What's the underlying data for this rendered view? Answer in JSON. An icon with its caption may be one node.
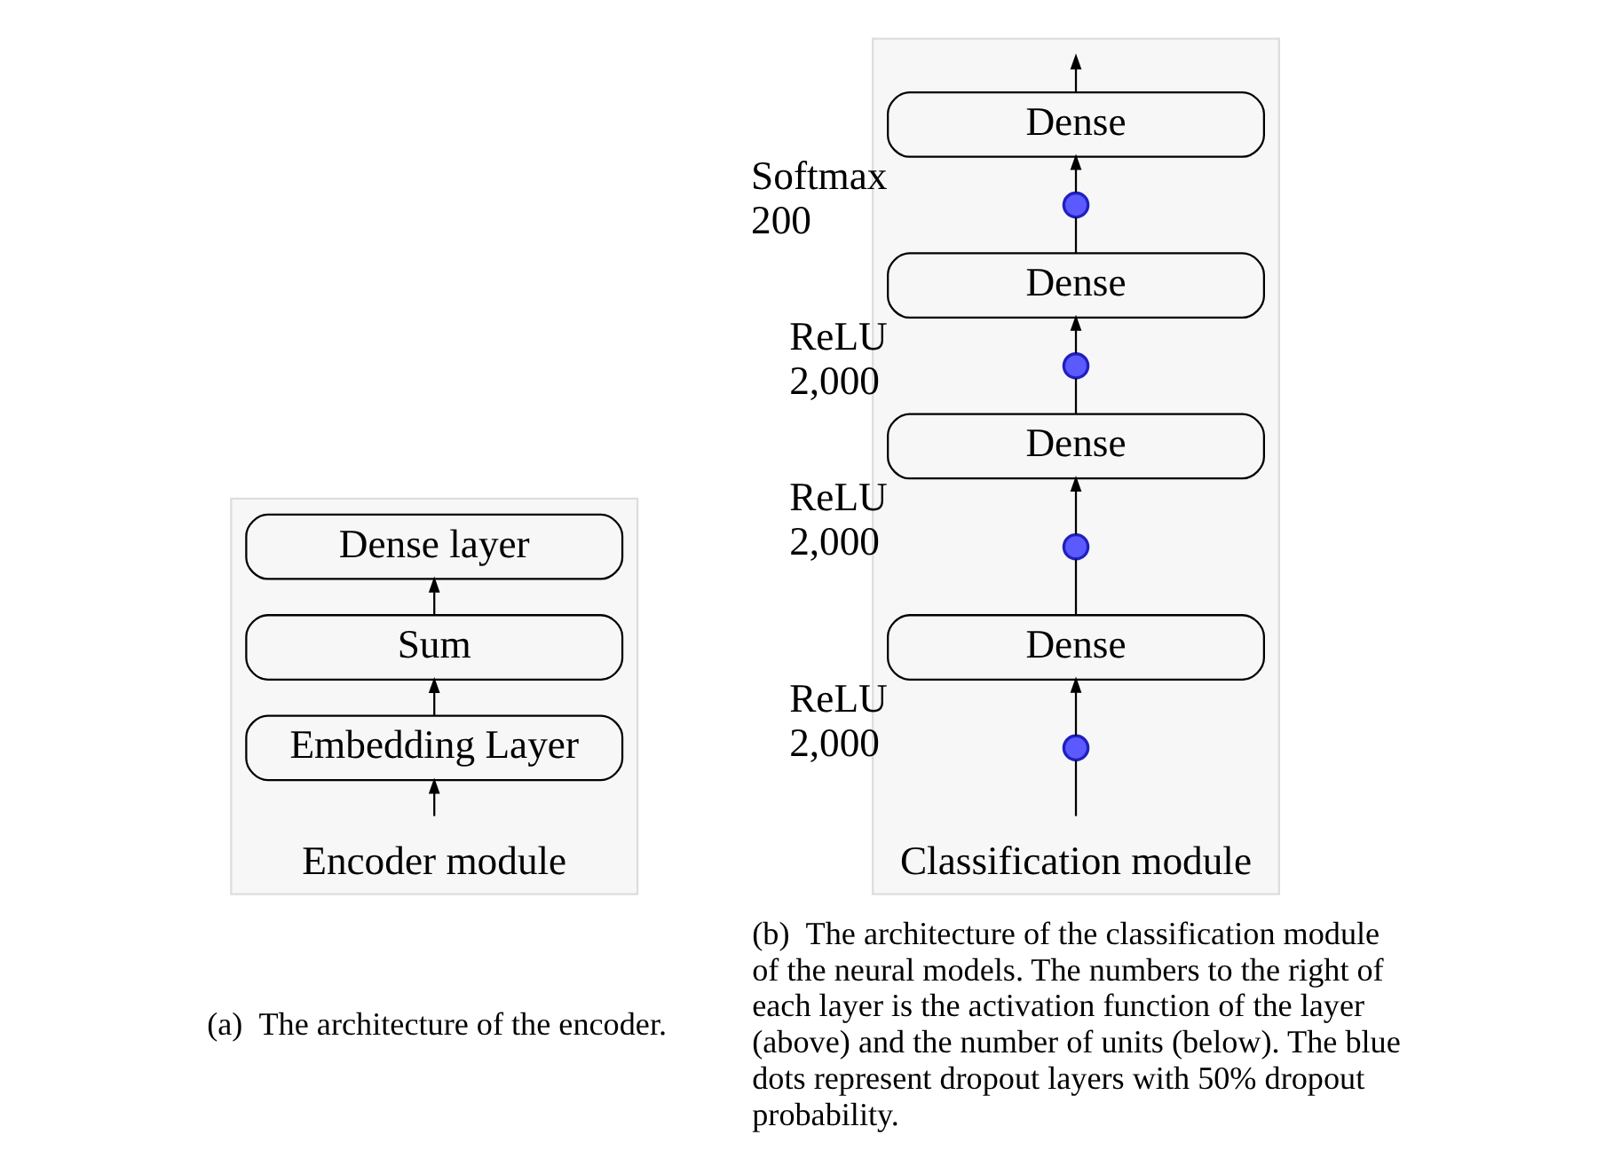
{
  "diagram": {
    "nodes": [
      {
        "text": [
          "Encoder module"
        ]
      },
      {
        "text": [
          "Dense layer"
        ],
        "in": 0
      },
      {
        "text": [
          "Sum"
        ],
        "in": 0
      },
      {
        "text": [
          "Embedding Layer"
        ],
        "in": 0
      },
      {
        "text": [
          "Classification module"
        ]
      },
      {
        "text": [
          "Dense"
        ],
        "in": 4,
        "beside": [
          "Softmax",
          "200"
        ]
      },
      {
        "text": [],
        "shape": "circle",
        "in": 4
      },
      {
        "text": [
          "Dense"
        ],
        "in": 4,
        "beside": [
          "ReLU",
          "2,000"
        ]
      },
      {
        "text": [],
        "shape": "circle",
        "in": 4
      },
      {
        "text": [
          "Dense"
        ],
        "in": 4,
        "beside": [
          "ReLU",
          "2,000"
        ]
      },
      {
        "text": [],
        "shape": "circle",
        "in": 4
      },
      {
        "text": [
          "Dense"
        ],
        "in": 4,
        "beside": [
          "ReLU",
          "2,000"
        ]
      },
      {
        "text": [],
        "shape": "circle",
        "in": 4
      }
    ],
    "edges": [
      {
        "from": null,
        "to": 3,
        "arrow": "to"
      },
      {
        "from": 3,
        "to": 2,
        "arrow": "to"
      },
      {
        "from": 2,
        "to": 1,
        "arrow": "to"
      },
      {
        "from": null,
        "to": 12,
        "arrow": "none"
      },
      {
        "from": 12,
        "to": 11,
        "arrow": "to"
      },
      {
        "from": 11,
        "to": 10,
        "arrow": "none"
      },
      {
        "from": 10,
        "to": 9,
        "arrow": "to"
      },
      {
        "from": 9,
        "to": 8,
        "arrow": "none"
      },
      {
        "from": 8,
        "to": 7,
        "arrow": "to"
      },
      {
        "from": 7,
        "to": 6,
        "arrow": "none"
      },
      {
        "from": 6,
        "to": 5,
        "arrow": "to"
      },
      {
        "from": 5,
        "to": null,
        "arrow": "to"
      }
    ],
    "labels": [
      "(a)  The architecture of the encoder.",
      "(b)  The architecture of the classification module of the neural models. The numbers to the right of each layer is the activation function of the layer (above) and the number of units (below). The blue dots represent dropout layers with 50% dropout probability."
    ]
  }
}
